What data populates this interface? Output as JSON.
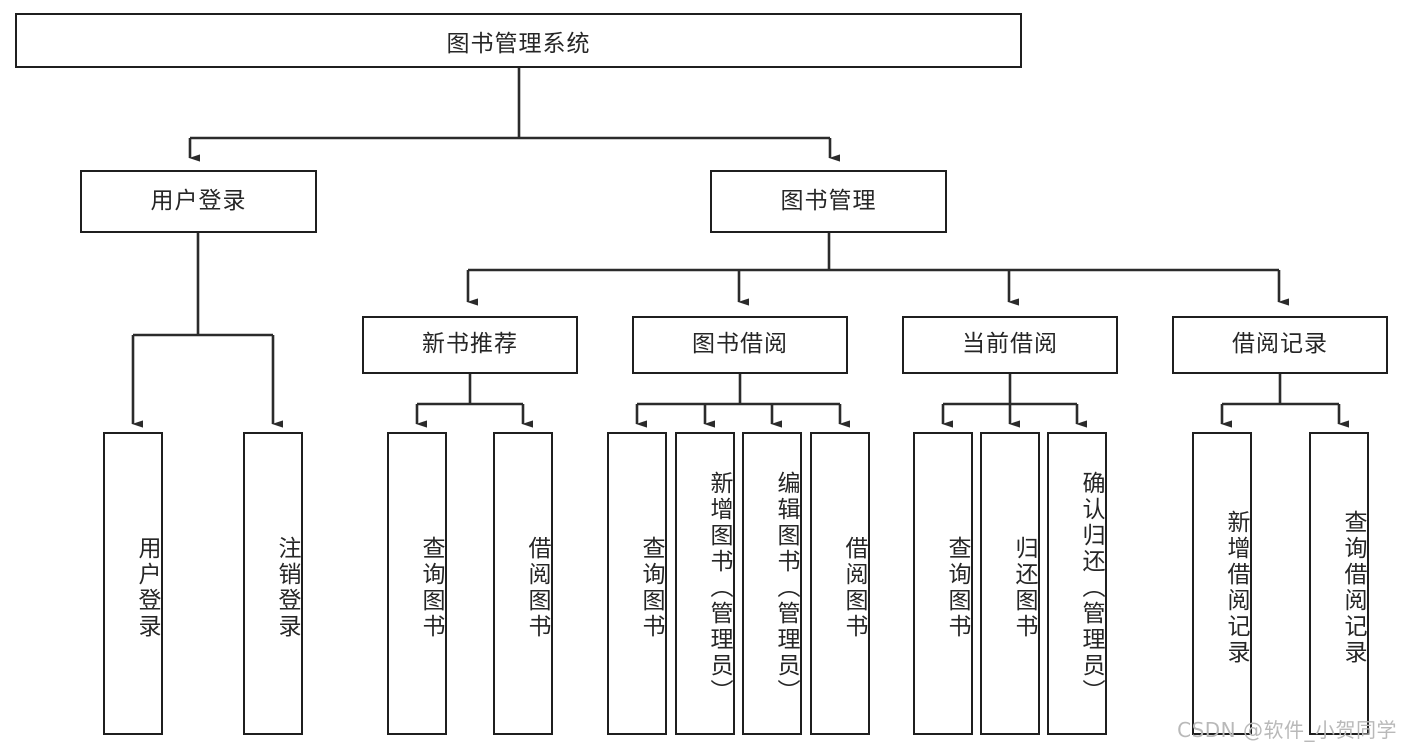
{
  "diagram": {
    "type": "tree-hierarchy-chart",
    "title": "图书管理系统",
    "watermark": "CSDN @软件_小贺同学",
    "colors": {
      "stroke": "#1f1f1f",
      "fill": "#ffffff",
      "text": "#262626",
      "watermark": "#b9b9b9"
    },
    "levels": {
      "level1": [
        {
          "id": "root",
          "label": "图书管理系统"
        }
      ],
      "level2": [
        {
          "id": "user-login",
          "label": "用户登录"
        },
        {
          "id": "book-manage",
          "label": "图书管理"
        }
      ],
      "level3": [
        {
          "id": "new-book-rec",
          "label": "新书推荐"
        },
        {
          "id": "book-borrow",
          "label": "图书借阅"
        },
        {
          "id": "current-borrow",
          "label": "当前借阅"
        },
        {
          "id": "borrow-record",
          "label": "借阅记录"
        }
      ],
      "level4": [
        {
          "id": "leaf-user-login",
          "label": "用户登录",
          "parent": "user-login"
        },
        {
          "id": "leaf-logout",
          "label": "注销登录",
          "parent": "user-login"
        },
        {
          "id": "leaf-query-book-1",
          "label": "查询图书",
          "parent": "new-book-rec"
        },
        {
          "id": "leaf-borrow-book-1",
          "label": "借阅图书",
          "parent": "new-book-rec"
        },
        {
          "id": "leaf-query-book-2",
          "label": "查询图书",
          "parent": "book-borrow"
        },
        {
          "id": "leaf-add-book",
          "label": "新增图书（管理员）",
          "parent": "book-borrow"
        },
        {
          "id": "leaf-edit-book",
          "label": "编辑图书（管理员）",
          "parent": "book-borrow"
        },
        {
          "id": "leaf-borrow-book-2",
          "label": "借阅图书",
          "parent": "book-borrow"
        },
        {
          "id": "leaf-query-book-3",
          "label": "查询图书",
          "parent": "current-borrow"
        },
        {
          "id": "leaf-return-book",
          "label": "归还图书",
          "parent": "current-borrow"
        },
        {
          "id": "leaf-confirm-return",
          "label": "确认归还（管理员）",
          "parent": "current-borrow"
        },
        {
          "id": "leaf-add-record",
          "label": "新增借阅记录",
          "parent": "borrow-record"
        },
        {
          "id": "leaf-query-record",
          "label": "查询借阅记录",
          "parent": "borrow-record"
        }
      ]
    }
  }
}
